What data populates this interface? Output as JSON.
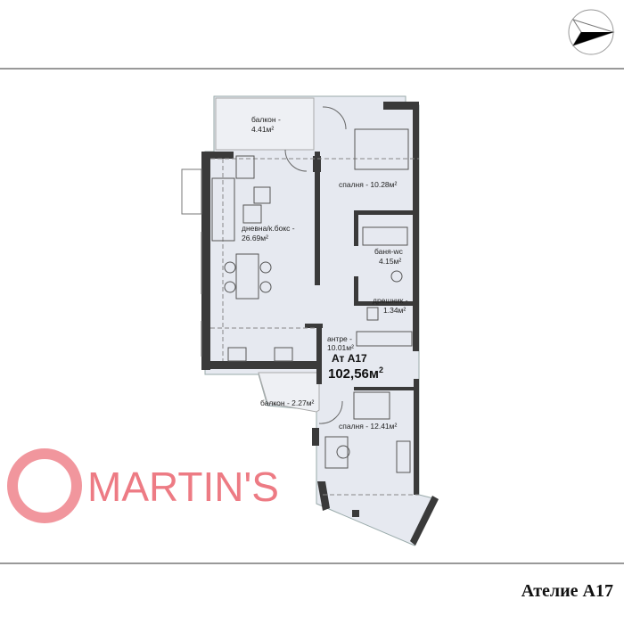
{
  "plan": {
    "unit_id": "Ат А17",
    "unit_area": "102,56м",
    "unit_area_sup": "2",
    "rooms": [
      {
        "name": "балкон -",
        "area": "4.41м²"
      },
      {
        "name": "спалня - 10.28м²",
        "area": ""
      },
      {
        "name": "дневна/к.бокс -",
        "area": "26.69м²"
      },
      {
        "name": "баня-wc",
        "area": "4.15м²"
      },
      {
        "name": "дрешник -",
        "area": "1.34м²"
      },
      {
        "name": "антре -",
        "area": "10.01м²"
      },
      {
        "name": "балкон - 2.27м²",
        "area": ""
      },
      {
        "name": "спалня - 12.41м²",
        "area": ""
      }
    ]
  },
  "watermark": {
    "text": "MARTIN'S",
    "color": "#e8505b"
  },
  "compass": {
    "icon": "north-arrow-icon"
  },
  "footer": {
    "title": "Ателие А17"
  },
  "colors": {
    "wall": "#3a3a3a",
    "floor": "#e6e9f0",
    "frame": "#333333"
  }
}
